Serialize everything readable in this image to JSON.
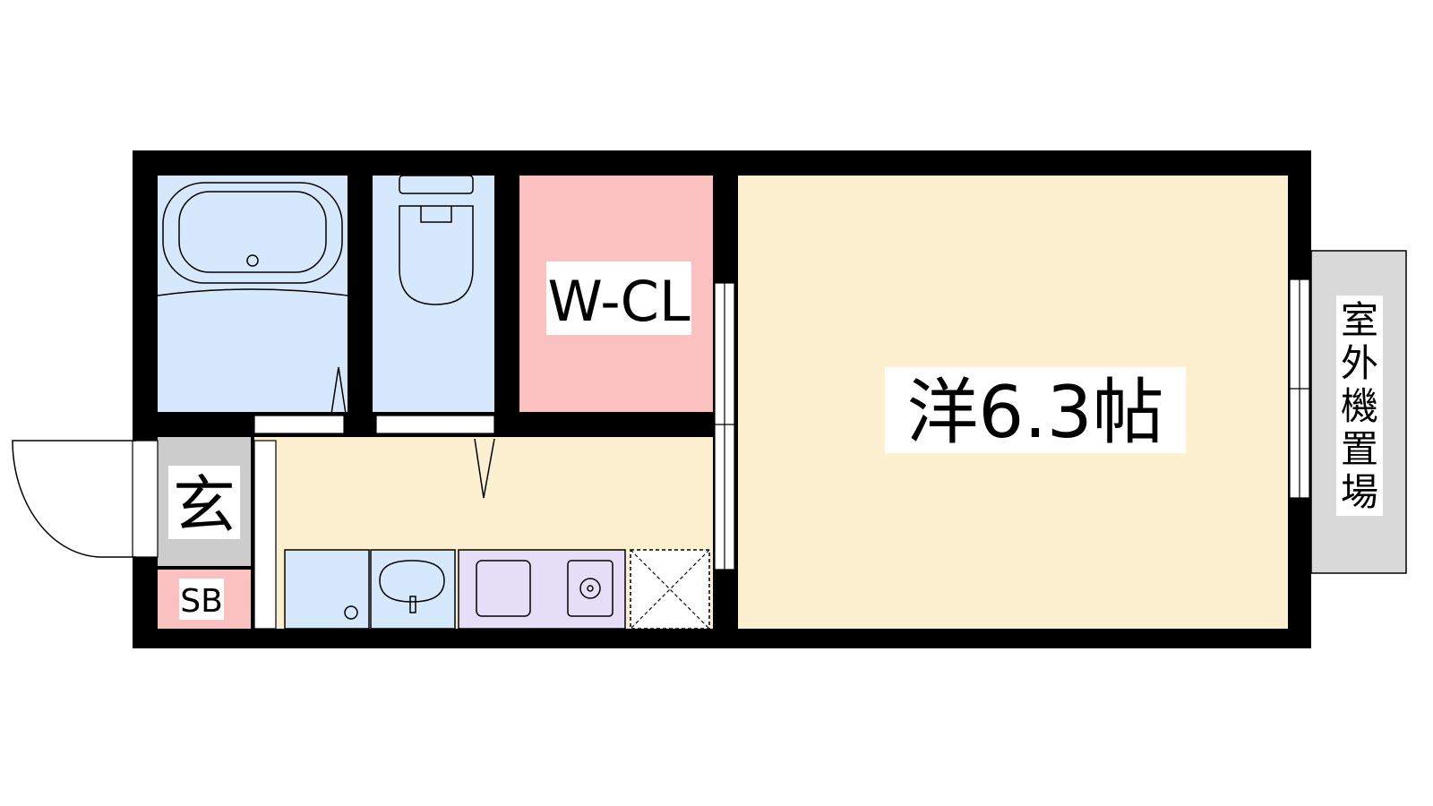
{
  "rooms": {
    "western_room": "洋6.3帖",
    "walk_in_closet": "W-CL",
    "entrance": "玄",
    "shoe_box": "SB",
    "outdoor_unit_area": [
      "室",
      "外",
      "機",
      "置",
      "場"
    ]
  },
  "colors": {
    "wall": "#000000",
    "wet_area": "#d6e8fb",
    "closet": "#fbc0c0",
    "living": "#fdf0d0",
    "kitchen_sink": "#e6ddf6",
    "entrance": "#cccccc",
    "outdoor": "#d9d9d9"
  }
}
